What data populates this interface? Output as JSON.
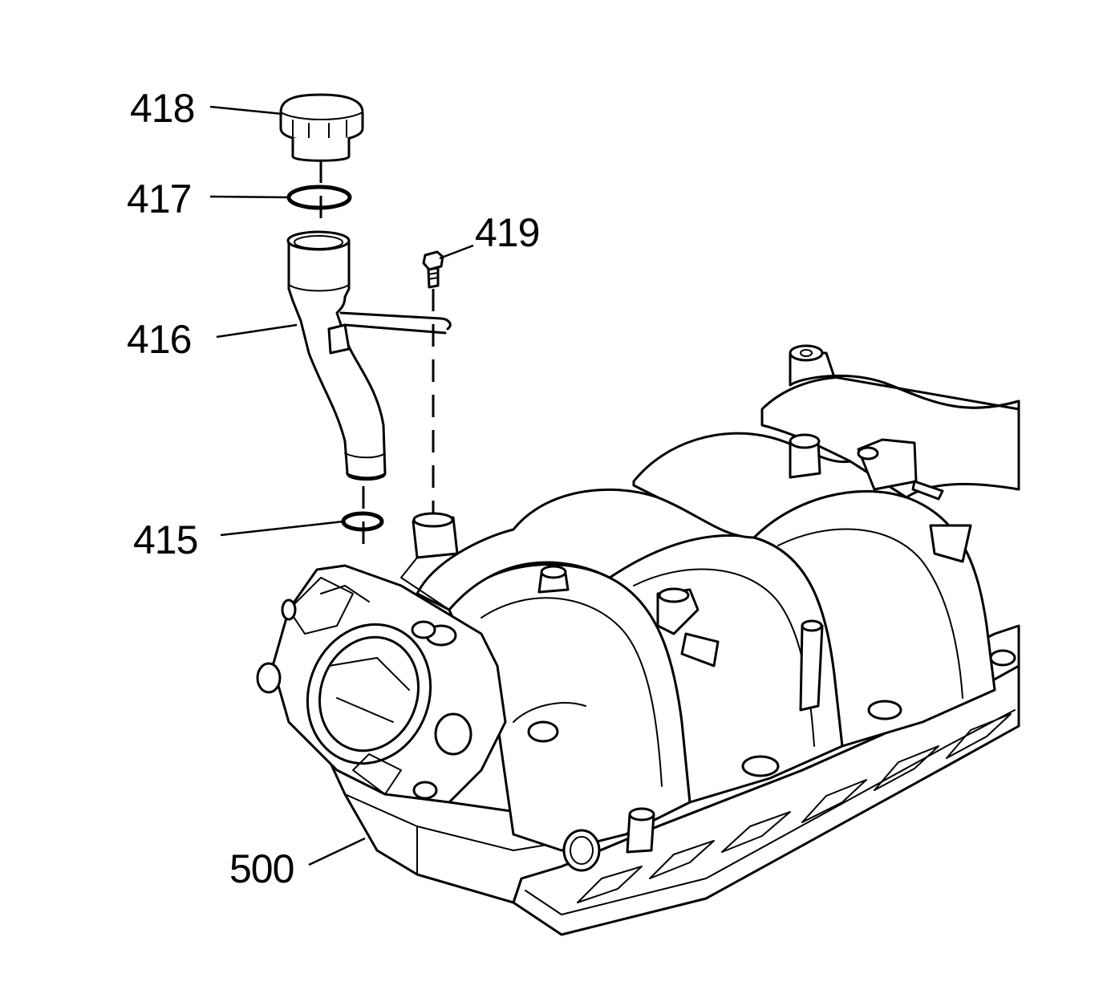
{
  "callouts": {
    "c418": "418",
    "c417": "417",
    "c419": "419",
    "c416": "416",
    "c415": "415",
    "c500": "500"
  },
  "parts": {
    "p418": "oil-fill-cap",
    "p417": "cap-o-ring-seal",
    "p419": "tube-bracket-bolt",
    "p416": "oil-fill-tube",
    "p415": "tube-o-ring-seal",
    "p500": "intake-manifold"
  },
  "colors": {
    "line": "#000000",
    "background": "#ffffff"
  }
}
